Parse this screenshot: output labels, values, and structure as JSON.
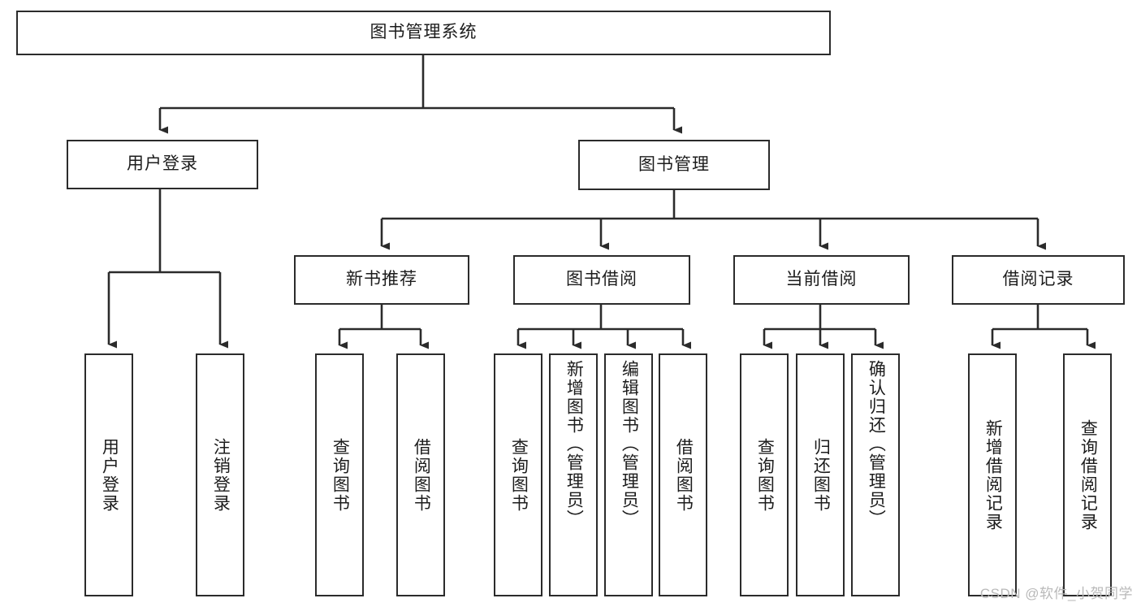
{
  "diagram": {
    "type": "tree-hierarchy",
    "title": "图书管理系统",
    "orientation": "top-down",
    "colors": {
      "stroke": "#2b2b2b",
      "fill": "#ffffff",
      "text": "#1c1c1c",
      "watermark": "#b9b9b9"
    },
    "nodes": {
      "root": {
        "label": "图书管理系统"
      },
      "level1": [
        {
          "id": "user-login",
          "label": "用户登录"
        },
        {
          "id": "book-manage",
          "label": "图书管理"
        }
      ],
      "level2": [
        {
          "id": "new-book-rec",
          "label": "新书推荐"
        },
        {
          "id": "book-borrow",
          "label": "图书借阅"
        },
        {
          "id": "current-borrow",
          "label": "当前借阅"
        },
        {
          "id": "borrow-record",
          "label": "借阅记录"
        }
      ],
      "leaves": {
        "user_login": [
          {
            "id": "leaf-user-login",
            "label": "用户登录"
          },
          {
            "id": "leaf-logout",
            "label": "注销登录"
          }
        ],
        "new_book_rec": [
          {
            "id": "leaf-query-book-1",
            "label": "查询图书"
          },
          {
            "id": "leaf-borrow-book-1",
            "label": "借阅图书"
          }
        ],
        "book_borrow": [
          {
            "id": "leaf-query-book-2",
            "label": "查询图书"
          },
          {
            "id": "leaf-add-book",
            "label": "新增图书（管理员）"
          },
          {
            "id": "leaf-edit-book",
            "label": "编辑图书（管理员）"
          },
          {
            "id": "leaf-borrow-book-2",
            "label": "借阅图书"
          }
        ],
        "current_borrow": [
          {
            "id": "leaf-query-book-3",
            "label": "查询图书"
          },
          {
            "id": "leaf-return-book",
            "label": "归还图书"
          },
          {
            "id": "leaf-confirm-return",
            "label": "确认归还（管理员）"
          }
        ],
        "borrow_record": [
          {
            "id": "leaf-add-record",
            "label": "新增借阅记录"
          },
          {
            "id": "leaf-query-record",
            "label": "查询借阅记录"
          }
        ]
      }
    },
    "watermark": "CSDN @软件_小贺同学"
  }
}
